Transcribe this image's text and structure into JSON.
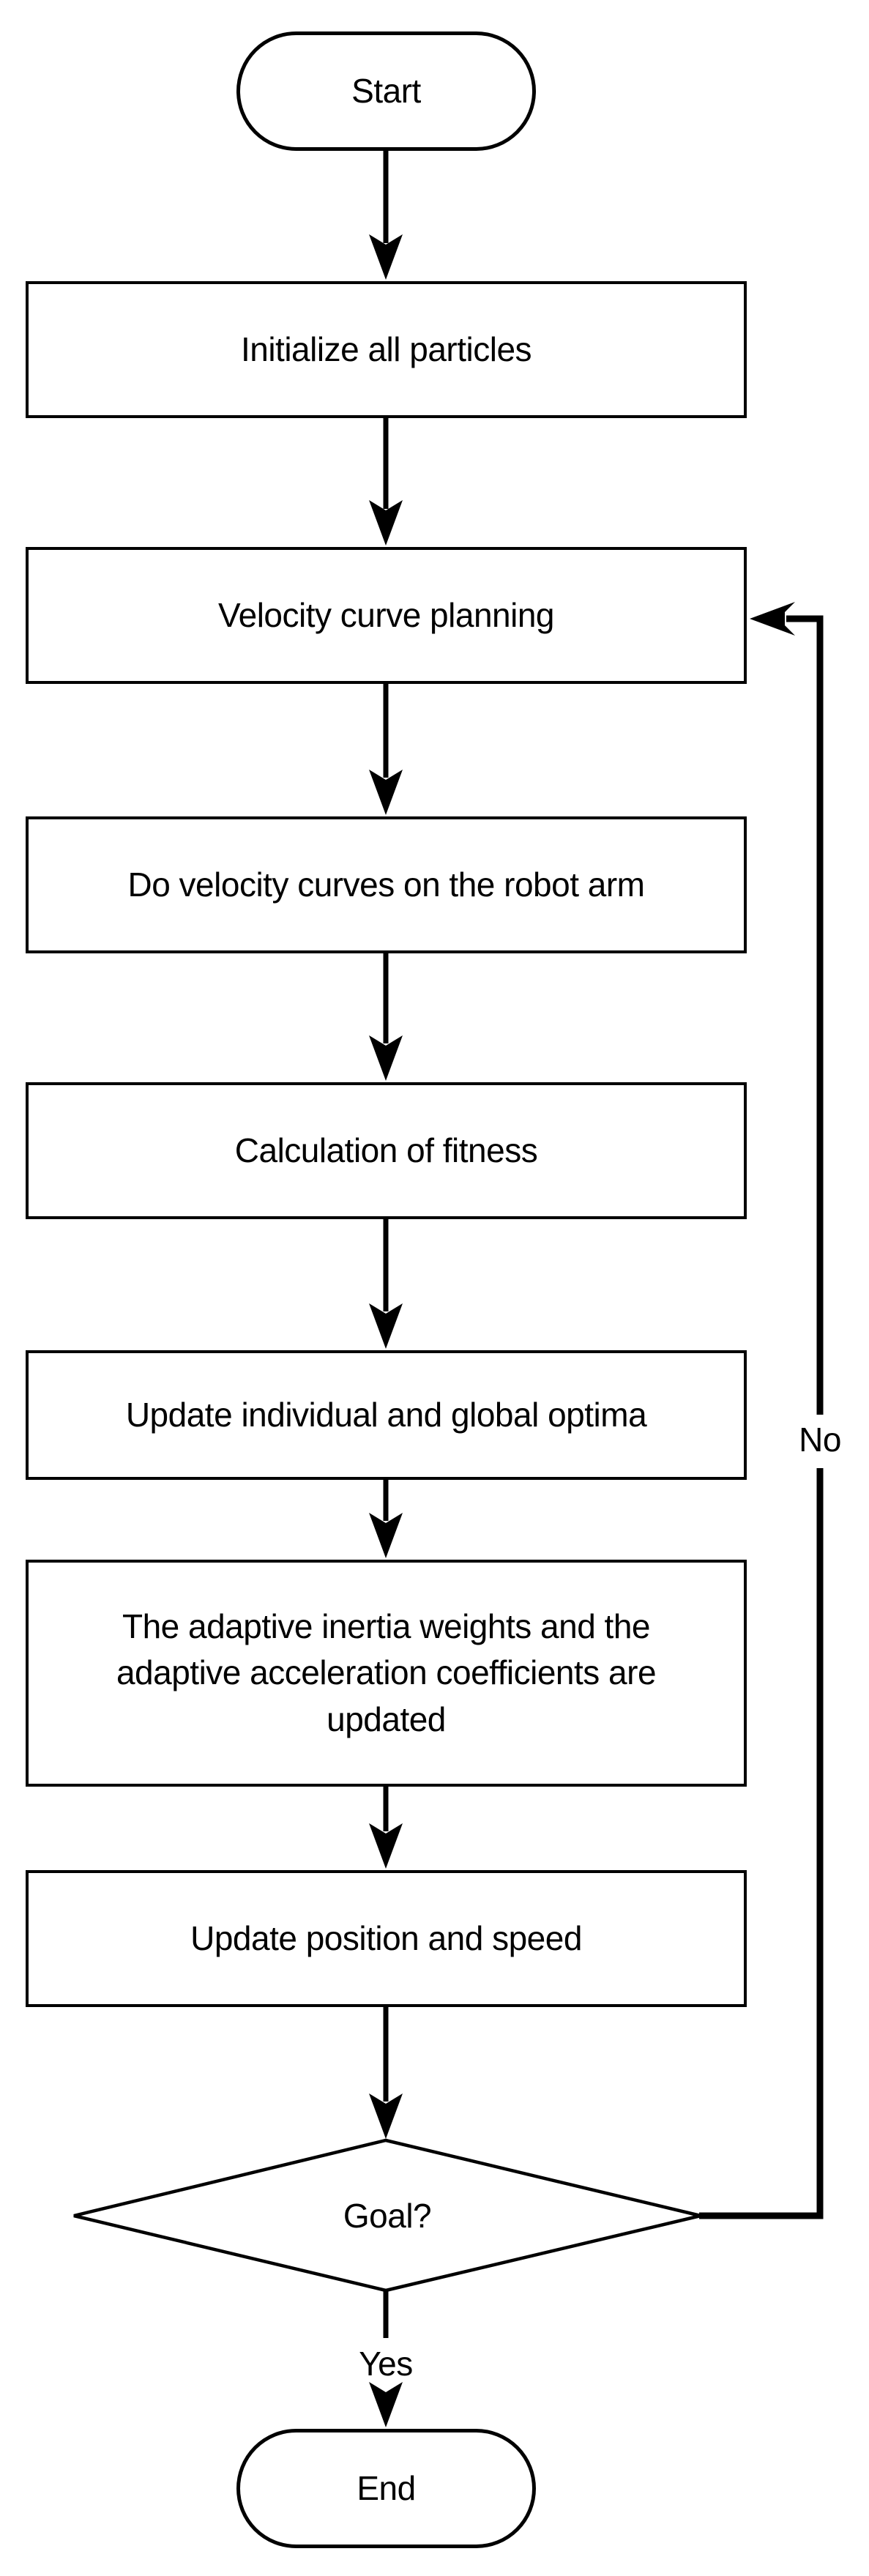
{
  "diagram": {
    "type": "flowchart",
    "colors": {
      "background": "#ffffff",
      "stroke": "#000000",
      "text": "#000000",
      "node_fill": "#ffffff"
    },
    "nodes": [
      {
        "id": "start",
        "type": "terminator",
        "label": "Start"
      },
      {
        "id": "initialize_particles",
        "type": "process",
        "label": "Initialize all particles"
      },
      {
        "id": "velocity_curve_planning",
        "type": "process",
        "label": "Velocity curve planning"
      },
      {
        "id": "do_velocity_curves",
        "type": "process",
        "label": "Do velocity curves on the robot arm"
      },
      {
        "id": "calculation_of_fitness",
        "type": "process",
        "label": "Calculation of fitness"
      },
      {
        "id": "update_optima",
        "type": "process",
        "label": "Update individual and global optima"
      },
      {
        "id": "adaptive_update",
        "type": "process",
        "label": "The adaptive inertia weights and the adaptive acceleration coefficients are updated"
      },
      {
        "id": "update_position_speed",
        "type": "process",
        "label": "Update position and speed"
      },
      {
        "id": "goal_decision",
        "type": "decision",
        "label": "Goal?"
      },
      {
        "id": "end",
        "type": "terminator",
        "label": "End"
      }
    ],
    "edges": [
      {
        "from": "start",
        "to": "initialize_particles",
        "label": ""
      },
      {
        "from": "initialize_particles",
        "to": "velocity_curve_planning",
        "label": ""
      },
      {
        "from": "velocity_curve_planning",
        "to": "do_velocity_curves",
        "label": ""
      },
      {
        "from": "do_velocity_curves",
        "to": "calculation_of_fitness",
        "label": ""
      },
      {
        "from": "calculation_of_fitness",
        "to": "update_optima",
        "label": ""
      },
      {
        "from": "update_optima",
        "to": "adaptive_update",
        "label": ""
      },
      {
        "from": "adaptive_update",
        "to": "update_position_speed",
        "label": ""
      },
      {
        "from": "update_position_speed",
        "to": "goal_decision",
        "label": ""
      },
      {
        "from": "goal_decision",
        "to": "end",
        "label": "Yes"
      },
      {
        "from": "goal_decision",
        "to": "velocity_curve_planning",
        "label": "No"
      }
    ]
  }
}
